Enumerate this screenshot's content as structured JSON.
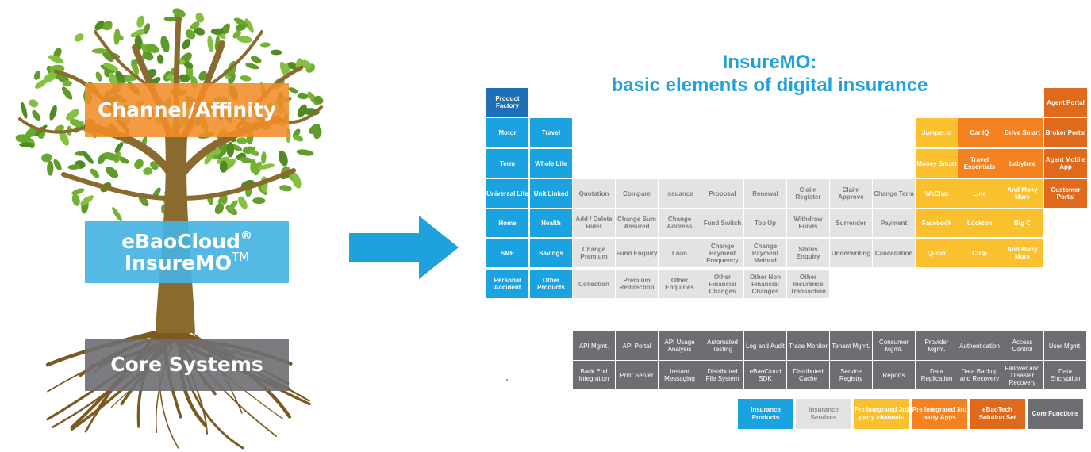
{
  "tree": {
    "channel": "Channel/Affinity",
    "cloud_line1": "eBaoCloud",
    "cloud_sup": "®",
    "cloud_line2": "InsureMO",
    "cloud_tm": "TM",
    "core": "Core Systems"
  },
  "title_line1": "InsureMO:",
  "title_line2": "basic elements of digital insurance",
  "product_factory": "Product Factory",
  "products_col1": [
    "Motor",
    "Term",
    "Universal Life",
    "Home",
    "SME",
    "Personal Accident"
  ],
  "products_col2": [
    "Travel",
    "Whole Life",
    "Unit Linked",
    "Health",
    "Savings",
    "Other Products"
  ],
  "services": [
    [
      "Quotation",
      "Compare",
      "Issuance",
      "Proposal",
      "Renewal",
      "Claim Register",
      "Claim Approve",
      "Change Term"
    ],
    [
      "Add  / Delete Rider",
      "Change Sum Assured",
      "Change Address",
      "Fund Switch",
      "Top Up",
      "Withdraw Funds",
      "Surrender",
      "Payment"
    ],
    [
      "Change Premium",
      "Fund Enquiry",
      "Loan",
      "Change Payment Frequency",
      "Change Payment Method",
      "Status Enquiry",
      "Underwriting",
      "Cancellation"
    ],
    [
      "Collection",
      "Premium Redirection",
      "Other Enquiries",
      "Other Financial Changes",
      "Other Non Financial Changes",
      "Other Insurance Transaction"
    ]
  ],
  "channels": [
    [
      "Jumper.ai",
      "Car IQ",
      "Drive Smart"
    ],
    [
      "Money Smart",
      "Travel Essentials",
      "babytree"
    ],
    [
      "WeChat",
      "Line",
      "And Many More"
    ],
    [
      "Facebook",
      "Lockton",
      "Big C"
    ],
    [
      "Qunar",
      "Ctrip",
      "And Many More"
    ]
  ],
  "solutions": [
    "Agent Portal",
    "Broker Portal",
    "Agent Mobile App",
    "Customer Portal"
  ],
  "core_row1": [
    "API Mgmt.",
    "API Portal",
    "API Usage Analysis",
    "Automated Testing",
    "Log and Audit",
    "Trace Monitor",
    "Tenant Mgmt.",
    "Consumer Mgmt.",
    "Provider Mgmt.",
    "Authentication",
    "Access Control",
    "User Mgmt."
  ],
  "core_row2": [
    "Back End Integration",
    "Print Server",
    "Instant Messaging",
    "Distributed File System",
    "eBaoCloud SDK",
    "Distributed Cache",
    "Service Registry",
    "Reports",
    "Data Replication",
    "Data Backup and Recovery",
    "Failover and Disaster Recovery",
    "Data Encryption"
  ],
  "legend": [
    {
      "label": "Insurance Products",
      "color": "#1aa3e0",
      "text": "#ffffff"
    },
    {
      "label": "Insurance Services",
      "color": "#e3e3e3",
      "text": "#8a8a8a"
    },
    {
      "label": "Pre Integrated 3rd party channels",
      "color": "#fbc02d",
      "text": "#ffffff"
    },
    {
      "label": "Pre Integrated 3rd party Apps",
      "color": "#f58220",
      "text": "#ffffff"
    },
    {
      "label": "eBaoTech Solution Set",
      "color": "#e06a1b",
      "text": "#ffffff"
    },
    {
      "label": "Core Functions",
      "color": "#6d6e71",
      "text": "#ffffff"
    }
  ],
  "colors": {
    "accent": "#1ea1dd",
    "arrow": "#1ea1dd",
    "trunk": "#8a6a2e",
    "leaf": "#6aa531"
  }
}
